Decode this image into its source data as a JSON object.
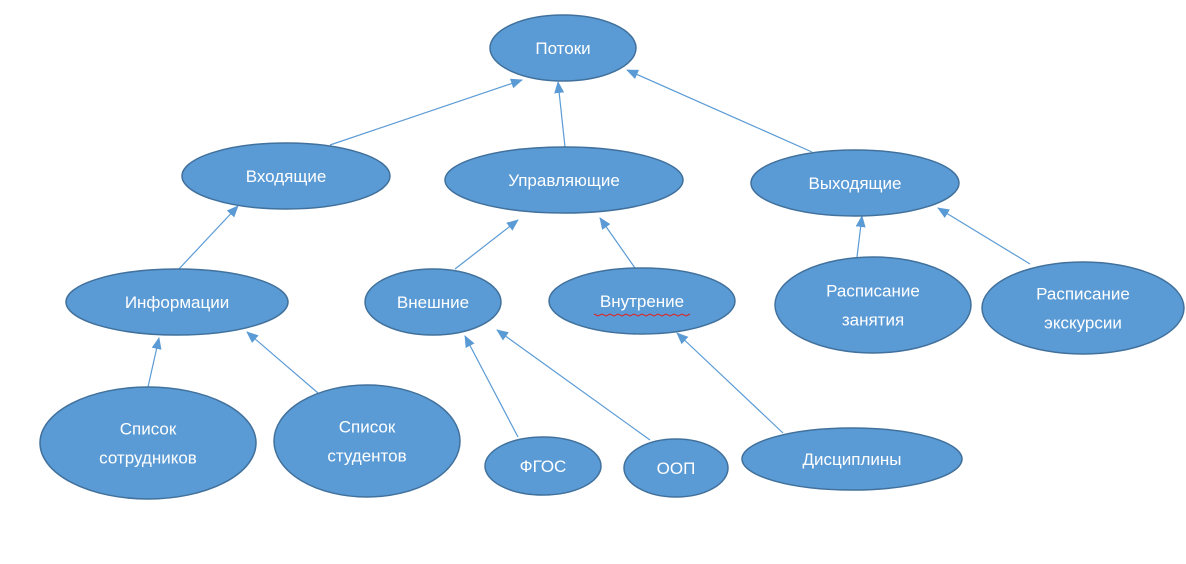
{
  "nodes": [
    {
      "id": "potoki",
      "label": [
        "Потоки"
      ]
    },
    {
      "id": "vhodyashchie",
      "label": [
        "Входящие"
      ]
    },
    {
      "id": "upravlyayushchie",
      "label": [
        "Управляющие"
      ]
    },
    {
      "id": "vyhodyashchie",
      "label": [
        "Выходящие"
      ]
    },
    {
      "id": "informatsii",
      "label": [
        "Информации"
      ]
    },
    {
      "id": "vneshnie",
      "label": [
        "Внешние"
      ]
    },
    {
      "id": "vnutrenie",
      "label": [
        "Внутрение"
      ]
    },
    {
      "id": "raspisanie-zanyatiya",
      "label": [
        "Расписание",
        "занятия"
      ]
    },
    {
      "id": "raspisanie-ekskursii",
      "label": [
        "Расписание",
        "экскурсии"
      ]
    },
    {
      "id": "spisok-sotrudnikov",
      "label": [
        "Список",
        "сотрудников"
      ]
    },
    {
      "id": "spisok-studentov",
      "label": [
        "Список",
        "студентов"
      ]
    },
    {
      "id": "fgos",
      "label": [
        "ФГОС"
      ]
    },
    {
      "id": "oop",
      "label": [
        "ООП"
      ]
    },
    {
      "id": "distsipliny",
      "label": [
        "Дисциплины"
      ]
    }
  ],
  "edges": [
    {
      "from": "vhodyashchie",
      "to": "potoki"
    },
    {
      "from": "upravlyayushchie",
      "to": "potoki"
    },
    {
      "from": "vyhodyashchie",
      "to": "potoki"
    },
    {
      "from": "informatsii",
      "to": "vhodyashchie"
    },
    {
      "from": "vneshnie",
      "to": "upravlyayushchie"
    },
    {
      "from": "vnutrenie",
      "to": "upravlyayushchie"
    },
    {
      "from": "raspisanie-zanyatiya",
      "to": "vyhodyashchie"
    },
    {
      "from": "raspisanie-ekskursii",
      "to": "vyhodyashchie"
    },
    {
      "from": "spisok-sotrudnikov",
      "to": "informatsii"
    },
    {
      "from": "spisok-studentov",
      "to": "informatsii"
    },
    {
      "from": "fgos",
      "to": "vneshnie"
    },
    {
      "from": "oop",
      "to": "vneshnie"
    },
    {
      "from": "distsipliny",
      "to": "vnutrenie"
    }
  ],
  "colors": {
    "node_fill": "#5b9bd5",
    "node_stroke": "#41719c",
    "edge": "#5b9bd5",
    "text": "#ffffff"
  }
}
